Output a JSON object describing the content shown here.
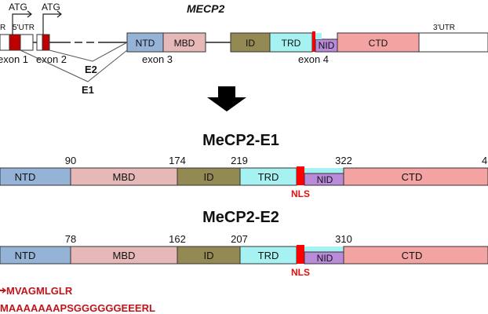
{
  "gene": {
    "title": "MECP2",
    "atg_1": "ATG",
    "atg_2": "ATG",
    "utr5": "5'UTR",
    "utr5_cut": "R",
    "utr3": "3'UTR",
    "exon1": "exon 1",
    "exon2": "exon 2",
    "exon3": "exon 3",
    "exon4": "exon 4",
    "splice_e2": "E2",
    "splice_e1": "E1",
    "domains": {
      "ntd": "NTD",
      "mbd": "MBD",
      "id": "ID",
      "trd": "TRD",
      "nid": "NID",
      "ctd": "CTD"
    }
  },
  "colors": {
    "ntd": "#95b3d7",
    "mbd": "#e6b9b8",
    "id": "#938953",
    "trd": "#a6f2f2",
    "nid": "#b98bd9",
    "ctd": "#f4a3a3",
    "nls": "#ff0000",
    "exon_red": "#c00000",
    "seq_red": "#c0141a"
  },
  "isoform_e1": {
    "title": "MeCP2-E1",
    "positions": [
      "90",
      "174",
      "219",
      "322",
      "4"
    ],
    "labels": {
      "ntd": "NTD",
      "mbd": "MBD",
      "id": "ID",
      "trd": "TRD",
      "nid": "NID",
      "ctd": "CTD"
    },
    "nls": "NLS"
  },
  "isoform_e2": {
    "title": "MeCP2-E2",
    "positions": [
      "78",
      "162",
      "207",
      "310"
    ],
    "labels": {
      "ntd": "NTD",
      "mbd": "MBD",
      "id": "ID",
      "trd": "TRD",
      "nid": "NID",
      "ctd": "CTD"
    },
    "nls": "NLS"
  },
  "sequences": {
    "e2_start": "MVAGMLGLR",
    "e1_start": "MAAAAAAAPSGGGGGGEEERL"
  }
}
